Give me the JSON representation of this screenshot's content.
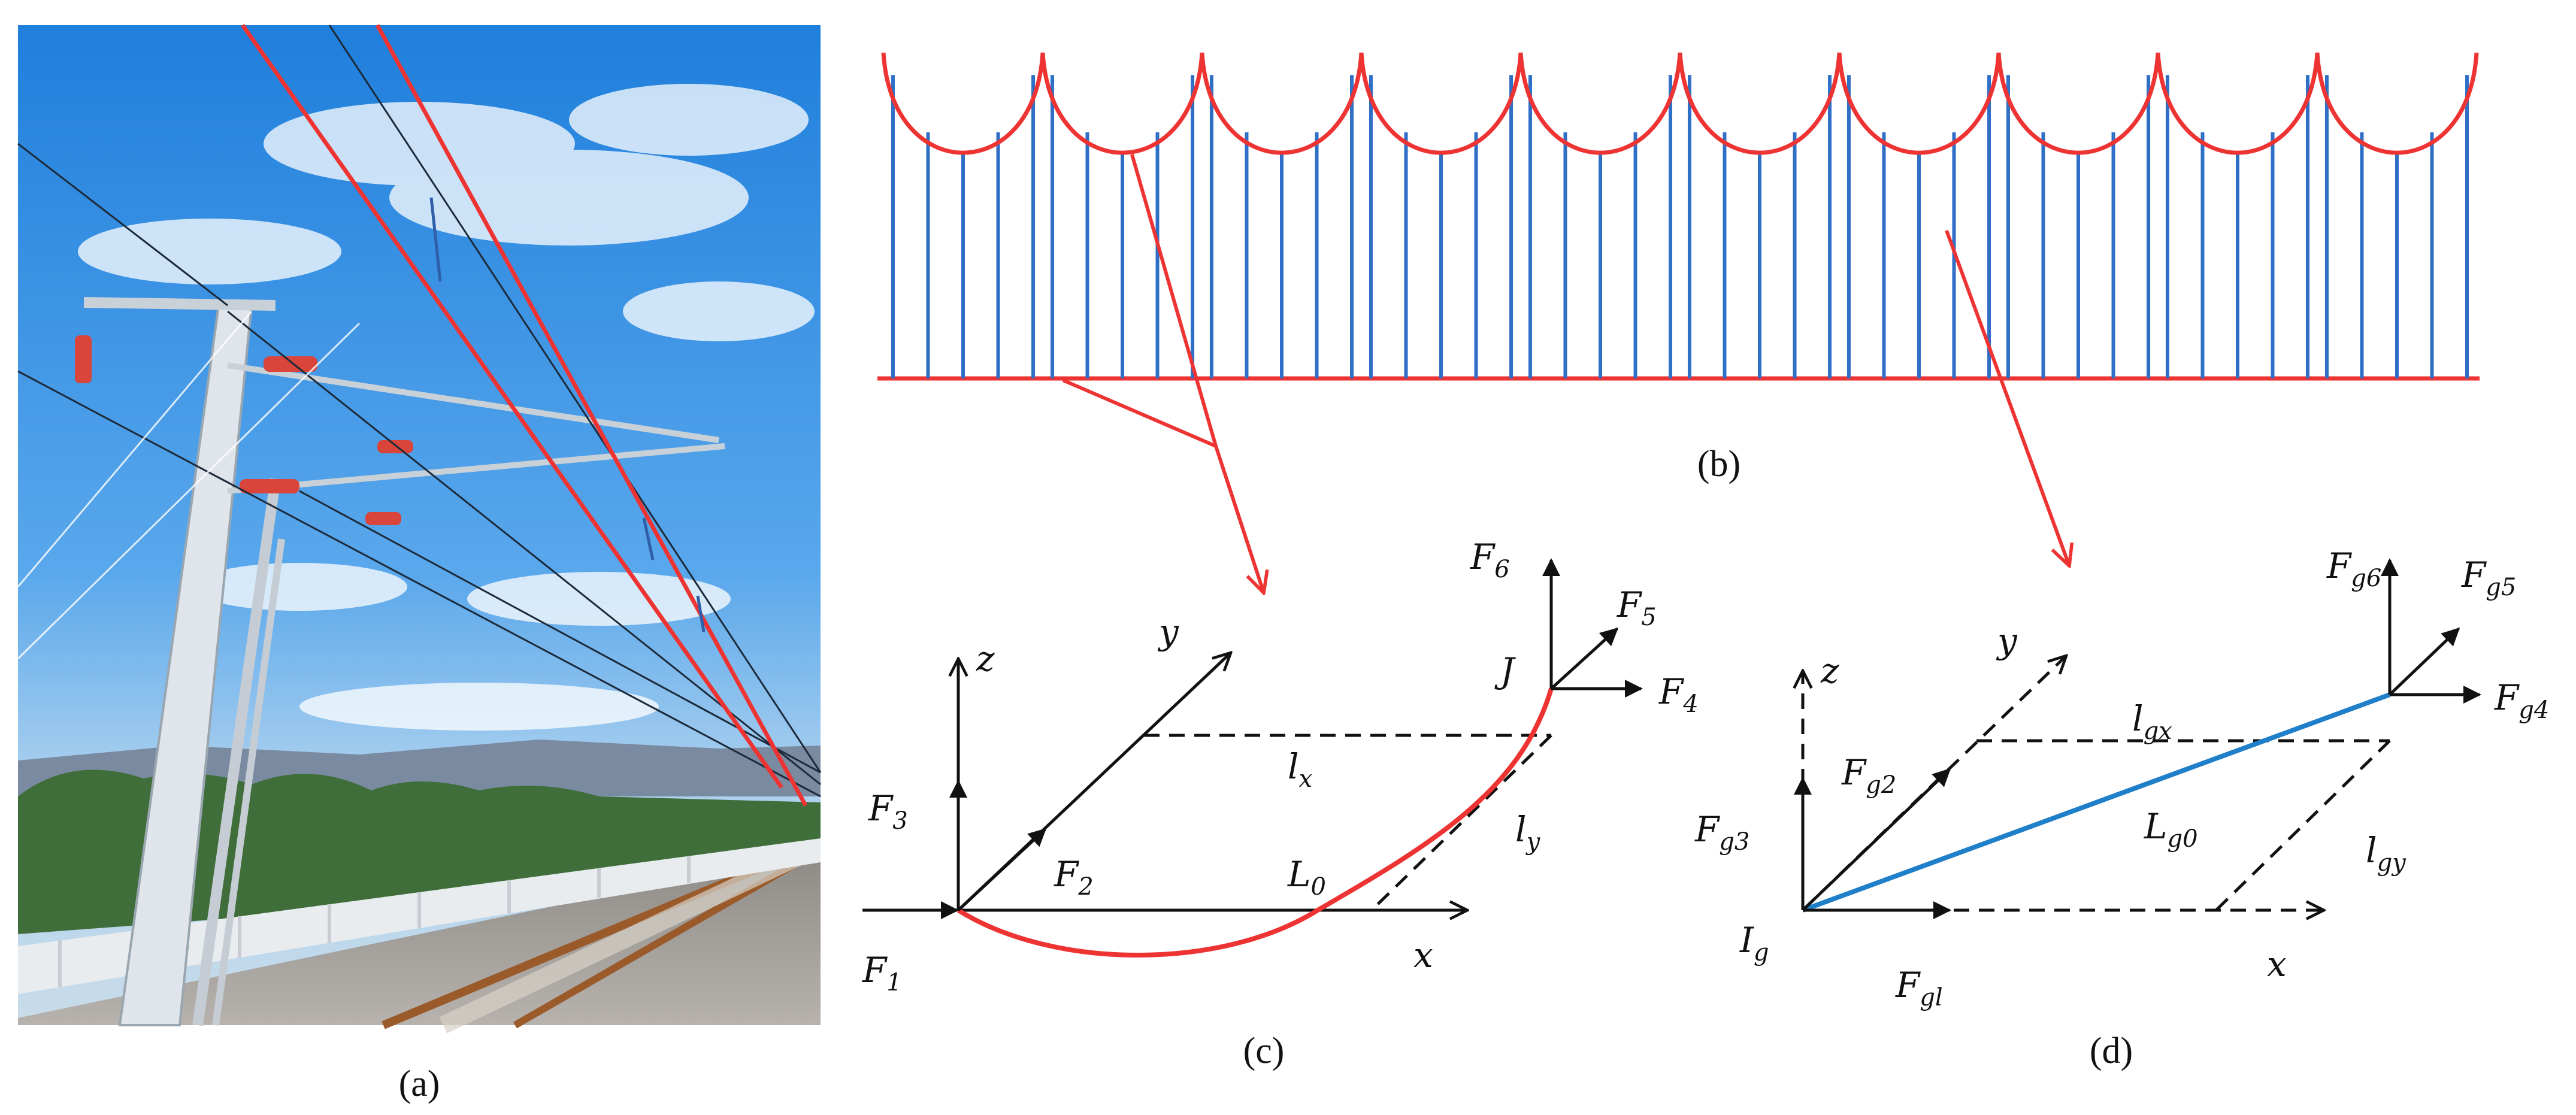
{
  "figure": {
    "panels": {
      "a": {
        "caption": "(a)"
      },
      "b": {
        "caption": "(b)"
      },
      "c": {
        "caption": "(c)",
        "axes": {
          "z": "z",
          "y": "y",
          "x": "x"
        },
        "forces": {
          "F1": {
            "base": "F",
            "sub": "1"
          },
          "F2": {
            "base": "F",
            "sub": "2"
          },
          "F3": {
            "base": "F",
            "sub": "3"
          },
          "F4": {
            "base": "F",
            "sub": "4"
          },
          "F5": {
            "base": "F",
            "sub": "5"
          },
          "F6": {
            "base": "F",
            "sub": "6"
          }
        },
        "point_J": "J",
        "lx": {
          "base": "l",
          "sub": "x"
        },
        "ly": {
          "base": "l",
          "sub": "y"
        },
        "L0": {
          "base": "L",
          "sub": "0"
        }
      },
      "d": {
        "caption": "(d)",
        "axes": {
          "z": "z",
          "y": "y",
          "x": "x"
        },
        "forces": {
          "Fgl": {
            "base": "F",
            "sub": "gl"
          },
          "Fg2": {
            "base": "F",
            "sub": "g2"
          },
          "Fg3": {
            "base": "F",
            "sub": "g3"
          },
          "Fg4": {
            "base": "F",
            "sub": "g4"
          },
          "Fg5": {
            "base": "F",
            "sub": "g5"
          },
          "Fg6": {
            "base": "F",
            "sub": "g6"
          }
        },
        "Ig": {
          "base": "I",
          "sub": "g"
        },
        "lgx": {
          "base": "l",
          "sub": "gx"
        },
        "lgy": {
          "base": "l",
          "sub": "gy"
        },
        "Lg0": {
          "base": "L",
          "sub": "g0"
        }
      }
    },
    "colors": {
      "cable": "#ee3333",
      "dropper": "#2f6fc6",
      "beam": "#1f7fc8",
      "ink": "#111111",
      "sky": "#2f8de0"
    }
  }
}
